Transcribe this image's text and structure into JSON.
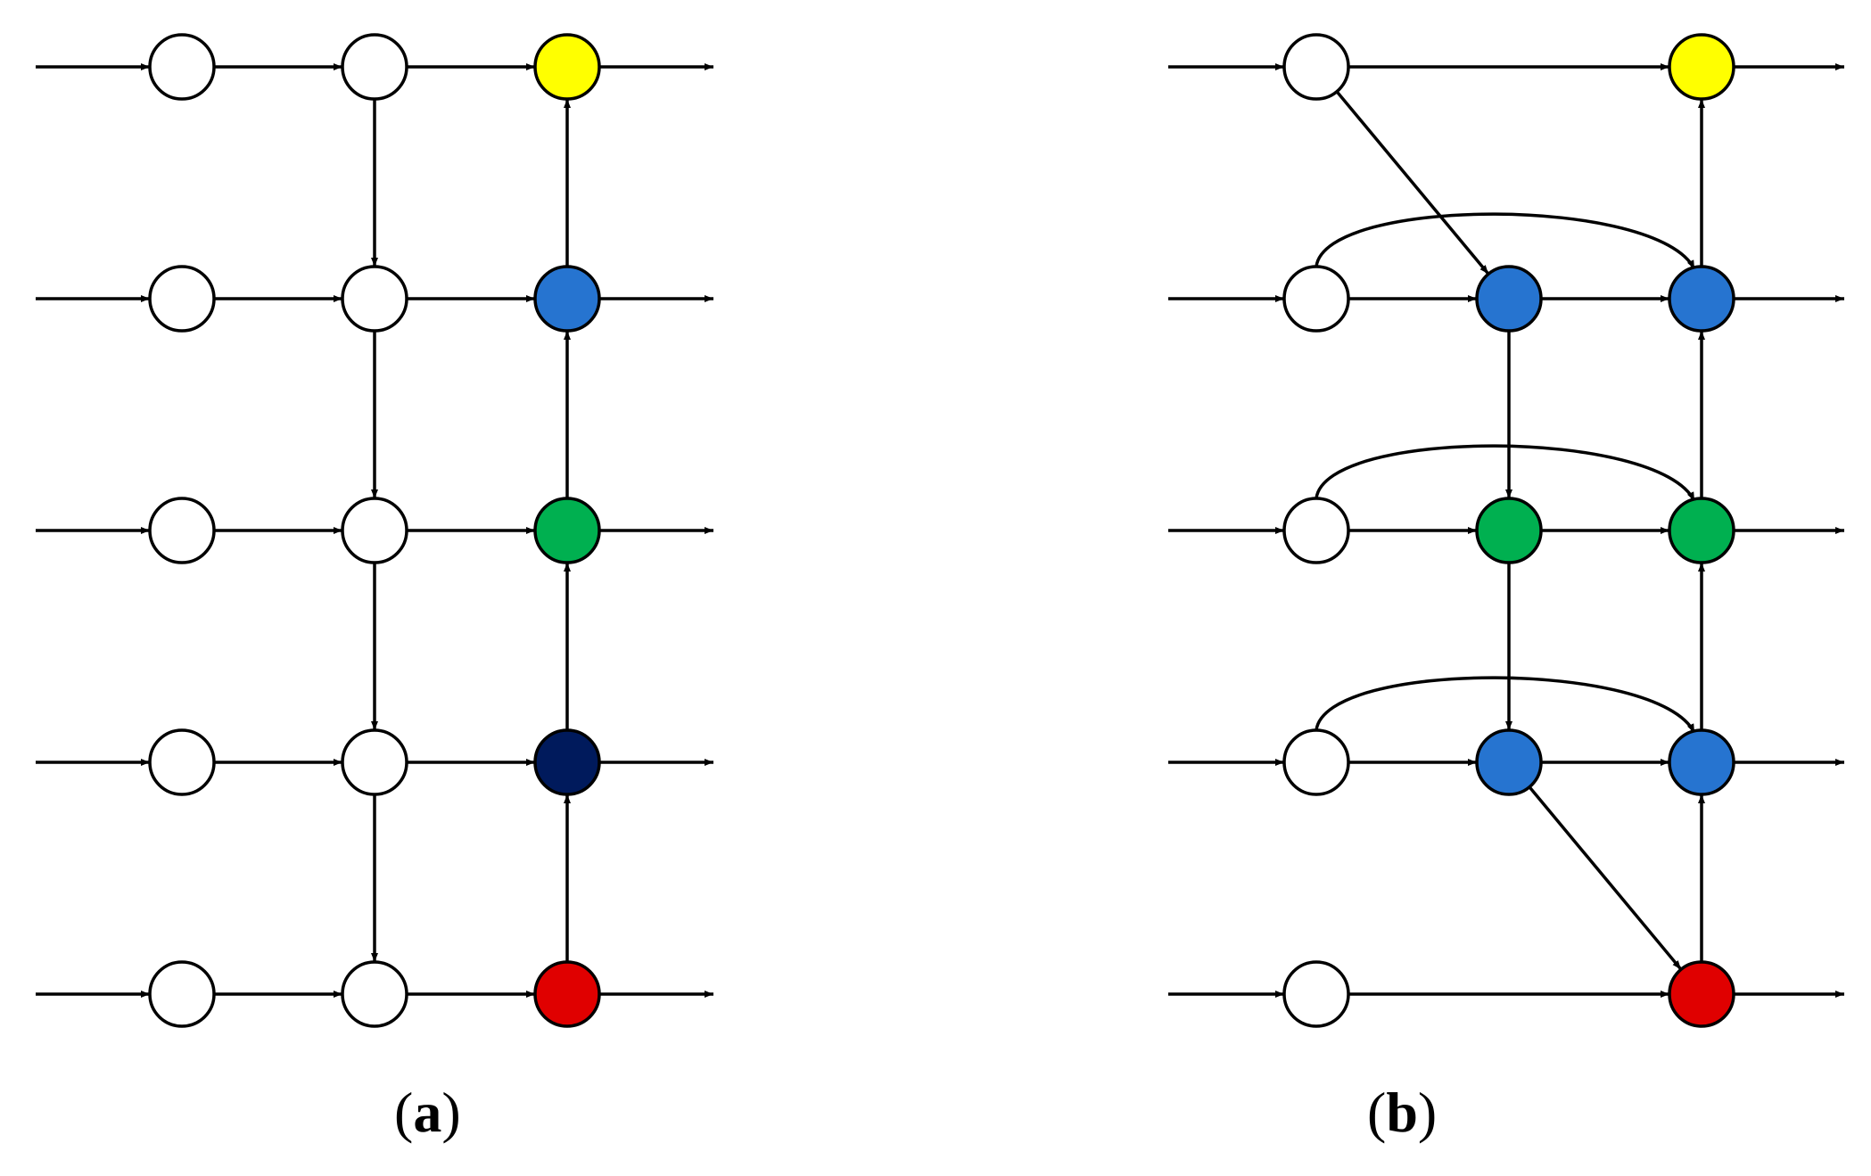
{
  "colors": {
    "empty": "#ffffff",
    "yellow": "#ffff00",
    "blue": "#2674d0",
    "green": "#00b050",
    "navy": "#001a5c",
    "red": "#e00000",
    "stroke": "#000000"
  },
  "panels": [
    {
      "id": "a",
      "label": "a",
      "node_grid": [
        [
          "empty",
          "empty",
          "yellow"
        ],
        [
          "empty",
          "empty",
          "blue"
        ],
        [
          "empty",
          "empty",
          "green"
        ],
        [
          "empty",
          "empty",
          "navy"
        ],
        [
          "empty",
          "empty",
          "red"
        ]
      ]
    },
    {
      "id": "b",
      "label": "b",
      "node_grid": [
        [
          "empty",
          null,
          "yellow"
        ],
        [
          "empty",
          "blue",
          "blue"
        ],
        [
          "empty",
          "green",
          "green"
        ],
        [
          "empty",
          "blue",
          "blue"
        ],
        [
          "empty",
          null,
          "red"
        ]
      ]
    }
  ]
}
